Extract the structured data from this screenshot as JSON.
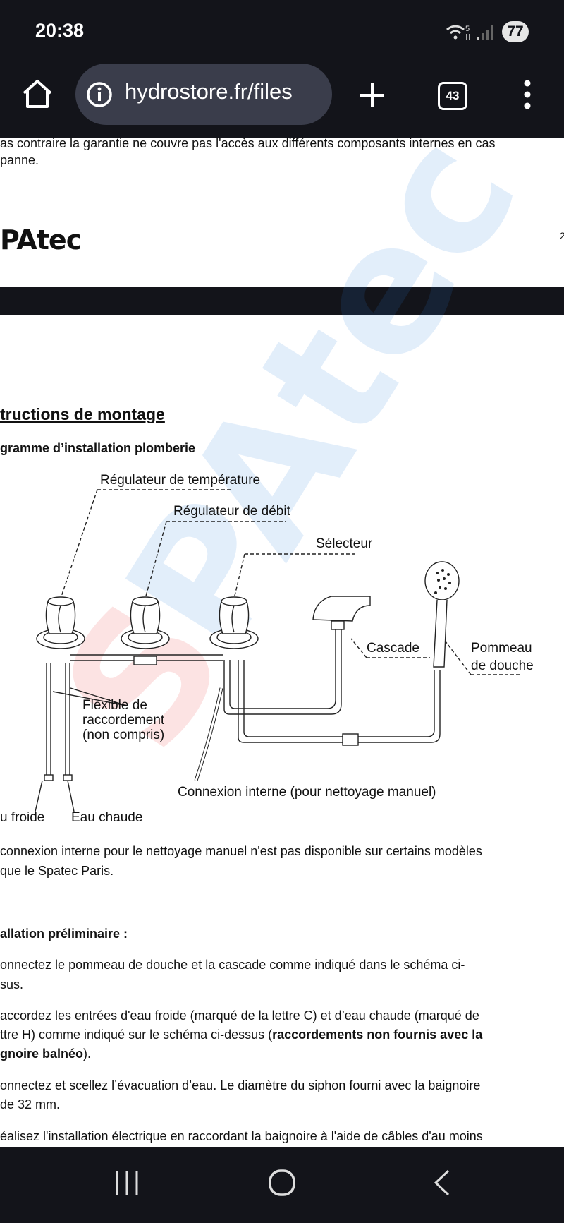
{
  "status_bar": {
    "time": "20:38",
    "battery": "77",
    "icons": [
      "wifi-icon",
      "signal-icon",
      "battery-icon"
    ]
  },
  "browser": {
    "url": "hydrostore.fr/files",
    "tab_count": "43",
    "icons": [
      "home-icon",
      "info-icon",
      "new-tab-icon",
      "tabs-icon",
      "menu-icon"
    ]
  },
  "page": {
    "top_lines": [
      "as contraire la garantie ne couvre pas l'accès aux différents composants internes en cas",
      "panne."
    ],
    "brand": "PAtec",
    "page_number": "2",
    "section_title": "tructions de montage",
    "subsection_title": "gramme d’installation plomberie",
    "diagram": {
      "labels": {
        "temp": "Régulateur de température",
        "debit": "Régulateur de débit",
        "selecteur": "Sélecteur",
        "cascade": "Cascade",
        "pommeau1": "Pommeau",
        "pommeau2": "de douche",
        "flex1": "Flexible de",
        "flex2": "raccordement",
        "flex3": "(non compris)",
        "connexion": "Connexion interne (pour nettoyage manuel)",
        "froide": "u froide",
        "chaude": "Eau chaude"
      },
      "watermark": "SPAtec"
    },
    "note": [
      "connexion interne pour le nettoyage manuel n'est pas disponible sur certains modèles",
      "que le Spatec Paris."
    ],
    "prelim_title": "allation préliminaire :",
    "items": [
      {
        "lines": [
          "onnectez le pommeau de douche et la cascade comme indiqué dans le schéma ci-",
          "sus."
        ]
      },
      {
        "l1": "accordez les entrées d'eau froide (marqué de la lettre C) et d’eau chaude (marqué de",
        "l2a": "ttre H) comme indiqué sur le schéma ci-dessus (",
        "l2b": "raccordements non fournis avec la",
        "l3a": "gnoire balnéo",
        "l3b": ")."
      },
      {
        "lines": [
          "onnectez et scellez l’évacuation d’eau. Le diamètre du siphon fourni avec la baignoire",
          "de 32 mm."
        ]
      },
      {
        "lines": [
          "éalisez l'installation électrique en raccordant la baignoire à l'aide de câbles d'au moins"
        ]
      }
    ]
  },
  "nav_bar": {
    "icons": [
      "recent-apps-icon",
      "home-button-icon",
      "back-icon"
    ]
  }
}
